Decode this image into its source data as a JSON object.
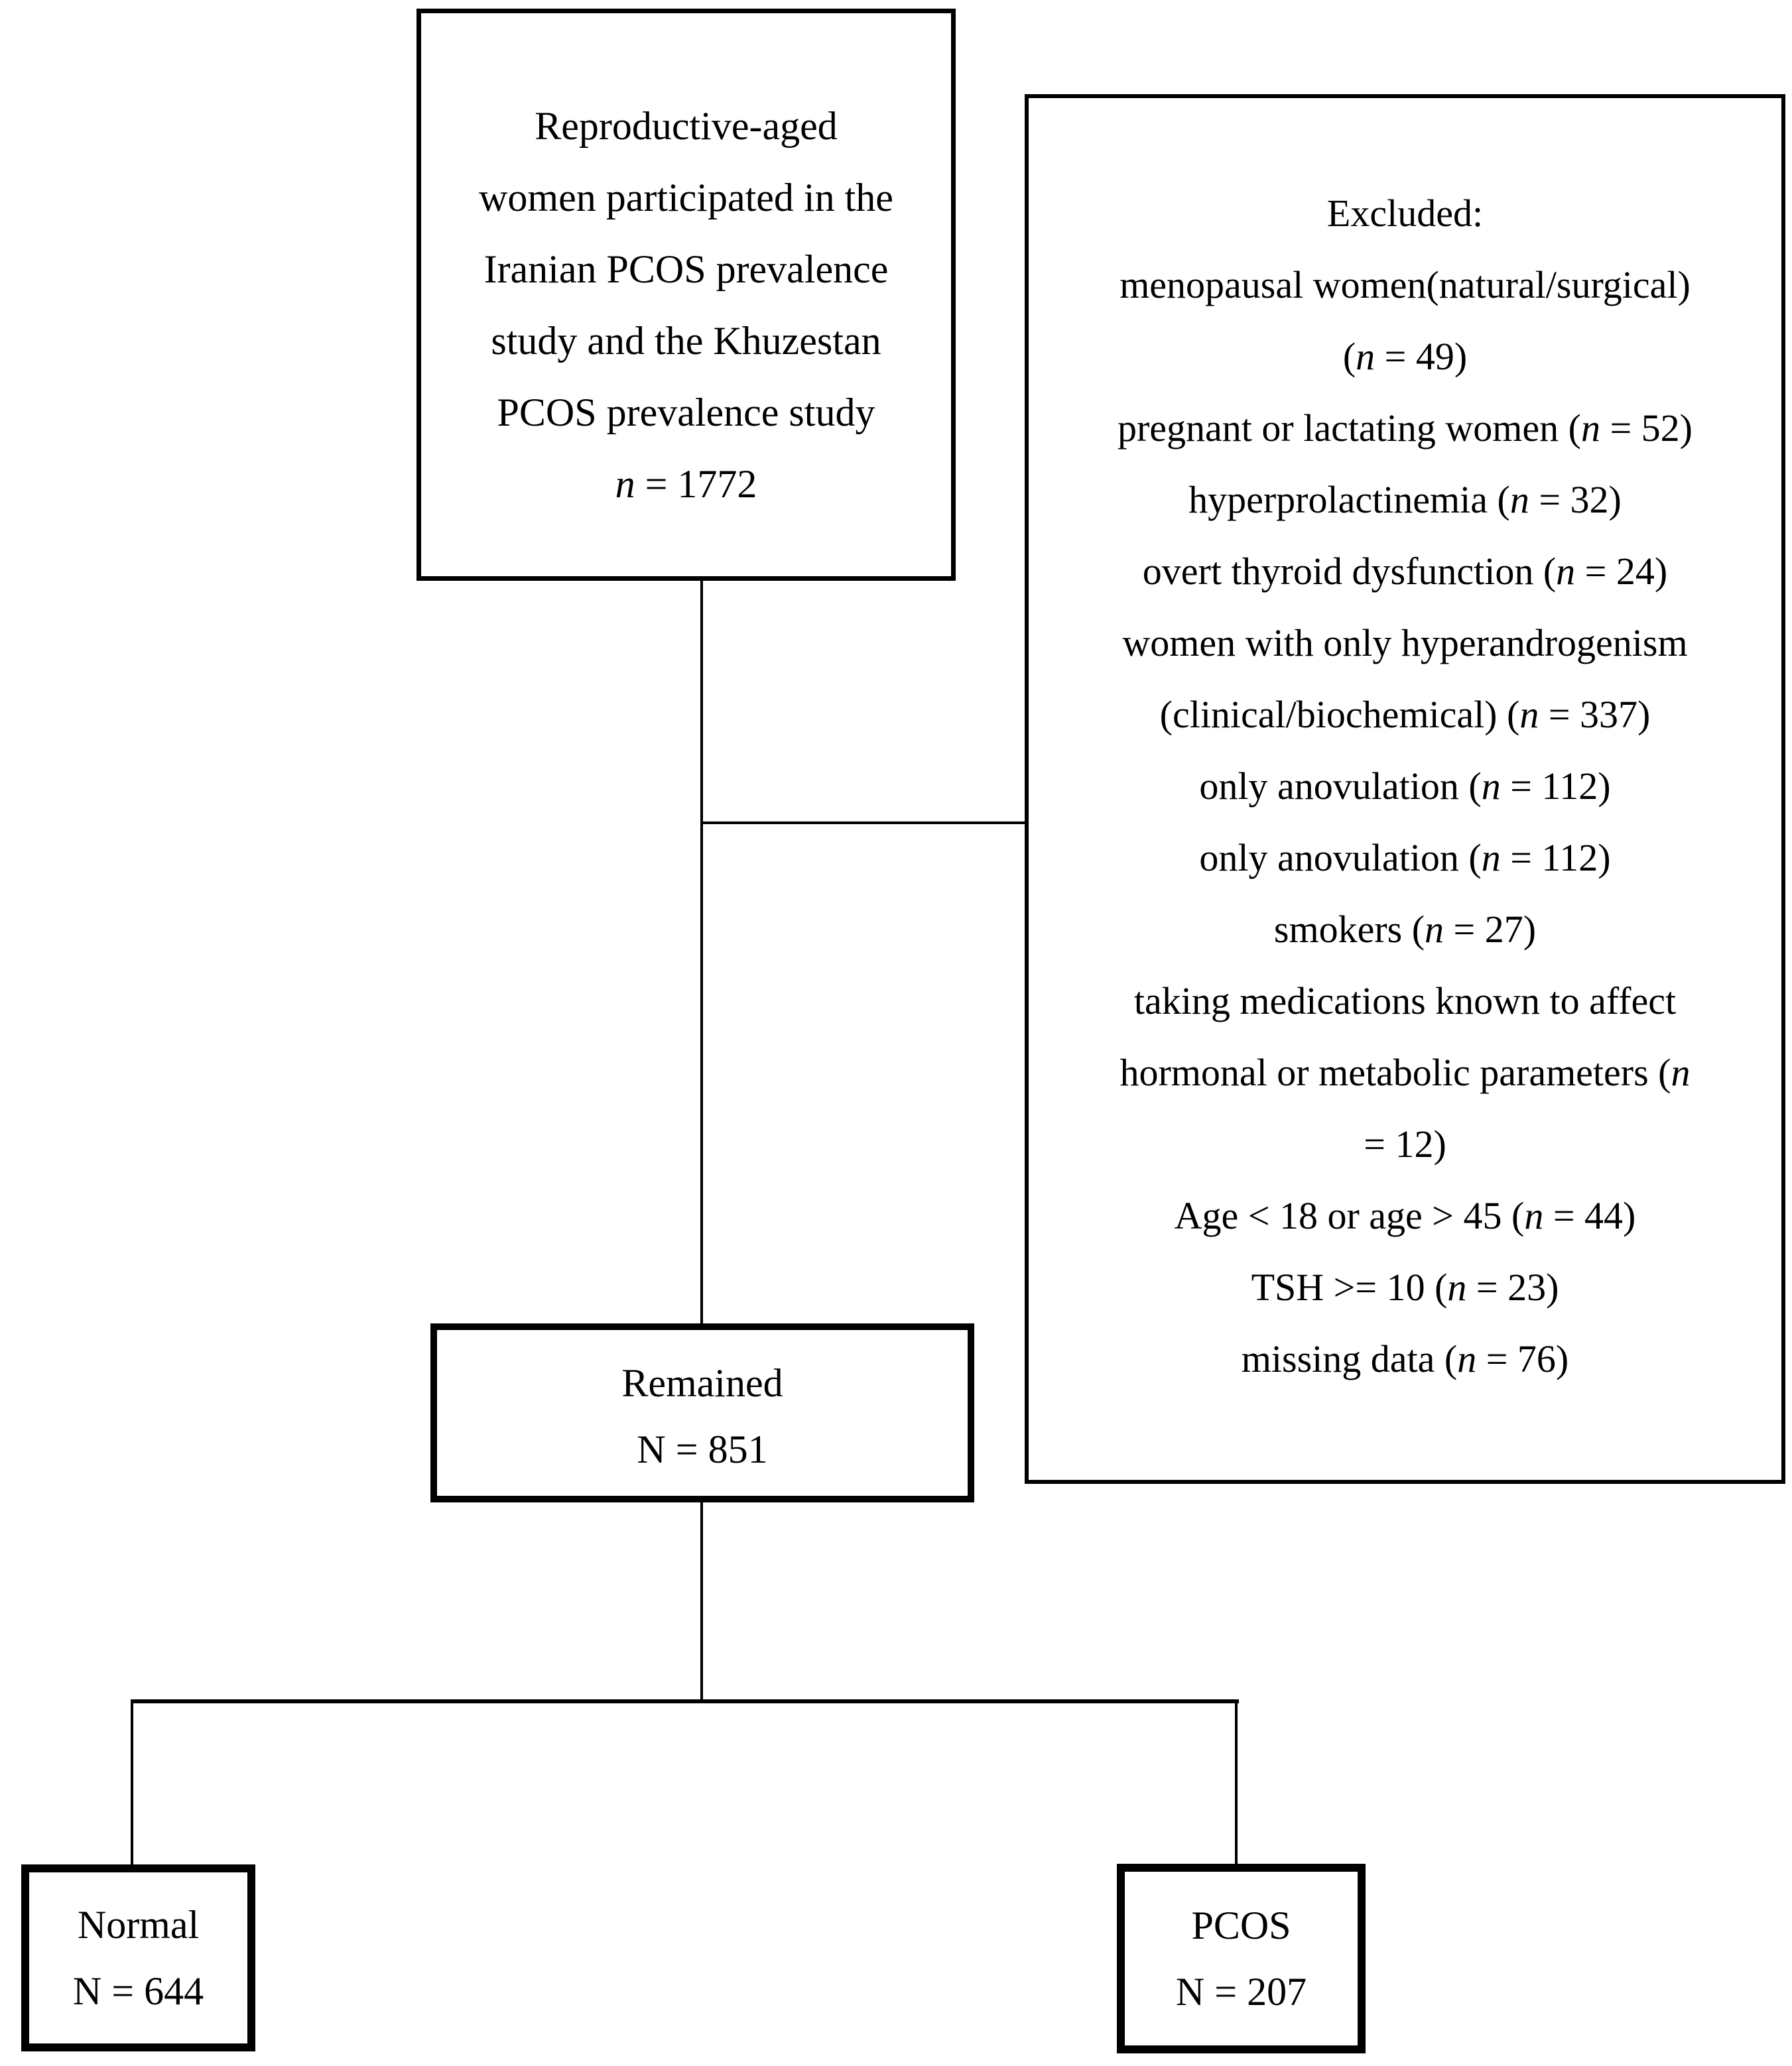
{
  "page": {
    "background_color": "#ffffff",
    "ink_color": "#000000"
  },
  "boxes": {
    "source": {
      "lines": [
        [
          {
            "t": "Reproductive-aged"
          }
        ],
        [
          {
            "t": "women participated in the"
          }
        ],
        [
          {
            "t": "Iranian PCOS prevalence"
          }
        ],
        [
          {
            "t": "study and the Khuzestan"
          }
        ],
        [
          {
            "t": "PCOS prevalence study"
          }
        ],
        [
          {
            "t": "n",
            "i": true
          },
          {
            "t": " = 1772"
          }
        ]
      ]
    },
    "excluded": {
      "lines": [
        [
          {
            "t": "Excluded:"
          }
        ],
        [
          {
            "t": "menopausal women(natural/surgical)"
          }
        ],
        [
          {
            "t": "("
          },
          {
            "t": "n",
            "i": true
          },
          {
            "t": " = 49)"
          }
        ],
        [
          {
            "t": "pregnant or lactating women ("
          },
          {
            "t": "n",
            "i": true
          },
          {
            "t": " = 52)"
          }
        ],
        [
          {
            "t": "hyperprolactinemia ("
          },
          {
            "t": "n",
            "i": true
          },
          {
            "t": " = 32)"
          }
        ],
        [
          {
            "t": "overt thyroid dysfunction ("
          },
          {
            "t": "n",
            "i": true
          },
          {
            "t": " = 24)"
          }
        ],
        [
          {
            "t": "women with only hyperandrogenism"
          }
        ],
        [
          {
            "t": "(clinical/biochemical) ("
          },
          {
            "t": "n",
            "i": true
          },
          {
            "t": " = 337)"
          }
        ],
        [
          {
            "t": "only anovulation ("
          },
          {
            "t": "n",
            "i": true
          },
          {
            "t": " = 112)"
          }
        ],
        [
          {
            "t": "only anovulation ("
          },
          {
            "t": "n",
            "i": true
          },
          {
            "t": " = 112)"
          }
        ],
        [
          {
            "t": "smokers ("
          },
          {
            "t": "n",
            "i": true
          },
          {
            "t": " = 27)"
          }
        ],
        [
          {
            "t": "taking medications known to affect"
          }
        ],
        [
          {
            "t": "hormonal or metabolic parameters ("
          },
          {
            "t": "n",
            "i": true
          }
        ],
        [
          {
            "t": "= 12)"
          }
        ],
        [
          {
            "t": "Age < 18 or age > 45 ("
          },
          {
            "t": "n",
            "i": true
          },
          {
            "t": " = 44)"
          }
        ],
        [
          {
            "t": "TSH >= 10 ("
          },
          {
            "t": "n",
            "i": true
          },
          {
            "t": " = 23)"
          }
        ],
        [
          {
            "t": "missing data ("
          },
          {
            "t": "n",
            "i": true
          },
          {
            "t": " = 76)"
          }
        ]
      ]
    },
    "remained": {
      "lines": [
        [
          {
            "t": "Remained"
          }
        ],
        [
          {
            "t": "N = 851"
          }
        ]
      ]
    },
    "normal": {
      "lines": [
        [
          {
            "t": "Normal"
          }
        ],
        [
          {
            "t": "N = 644"
          }
        ]
      ]
    },
    "pcos": {
      "lines": [
        [
          {
            "t": "PCOS"
          }
        ],
        [
          {
            "t": "N = 207"
          }
        ]
      ]
    }
  }
}
